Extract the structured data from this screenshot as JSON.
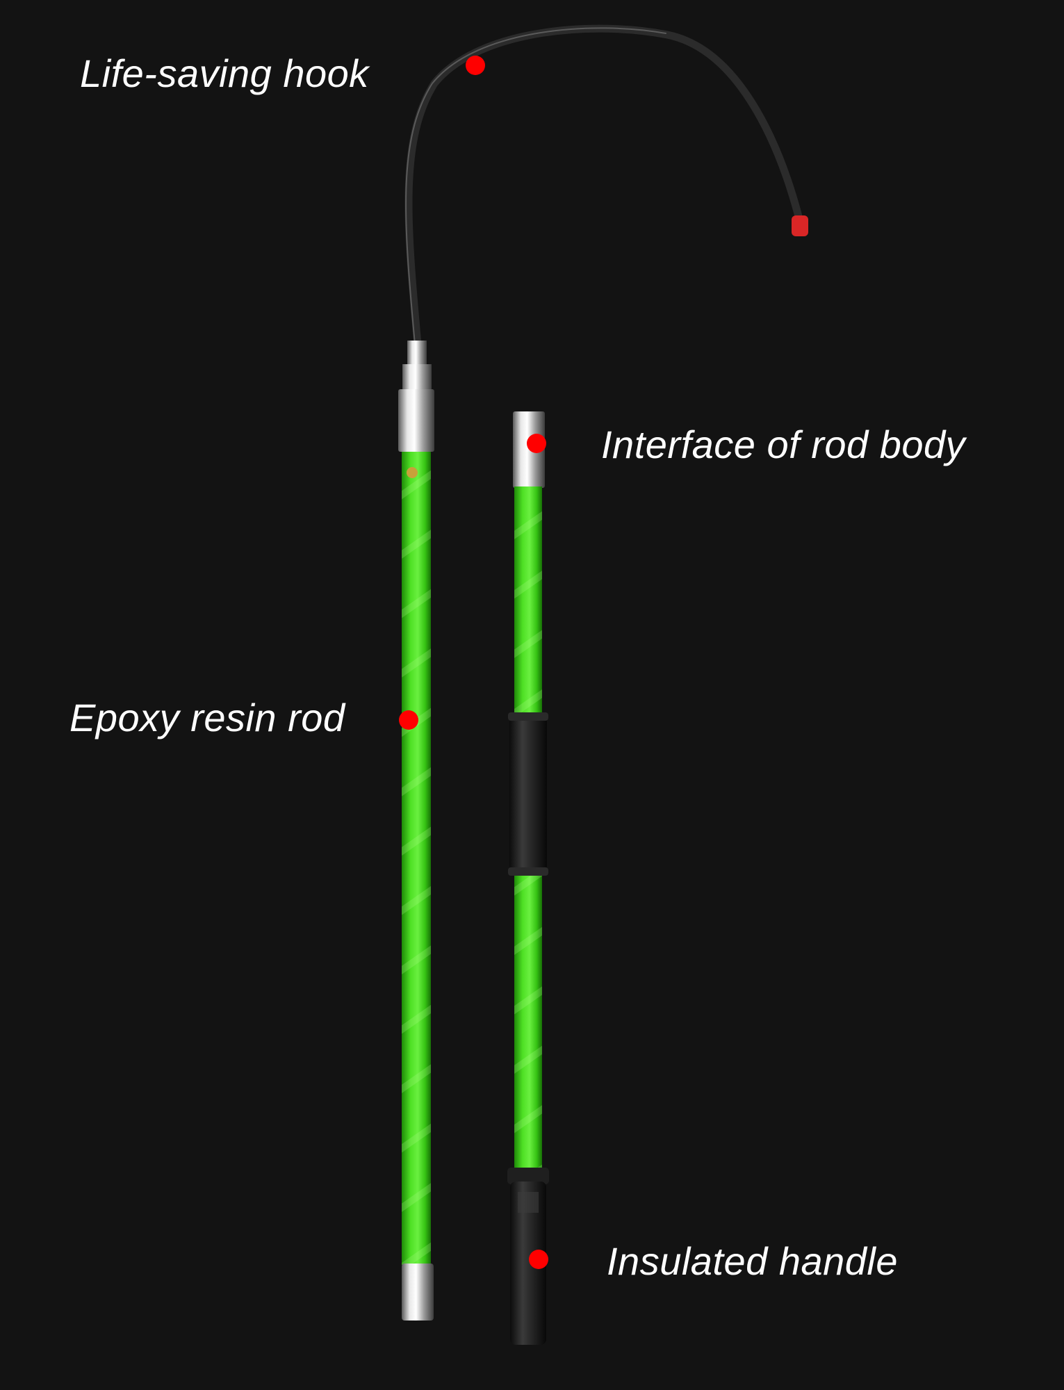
{
  "labels": {
    "life_saving_hook": "Life-saving hook",
    "interface_of_rod_body": "Interface of rod body",
    "epoxy_resin_rod": "Epoxy resin rod",
    "insulated_handle": "Insulated handle"
  },
  "colors": {
    "background": "#131313",
    "rod_green": "#3fd21a",
    "marker_red": "#ff0000",
    "label_text": "#ffffff",
    "metal": "#c8c8c8",
    "grip_black": "#1c1c1c"
  }
}
